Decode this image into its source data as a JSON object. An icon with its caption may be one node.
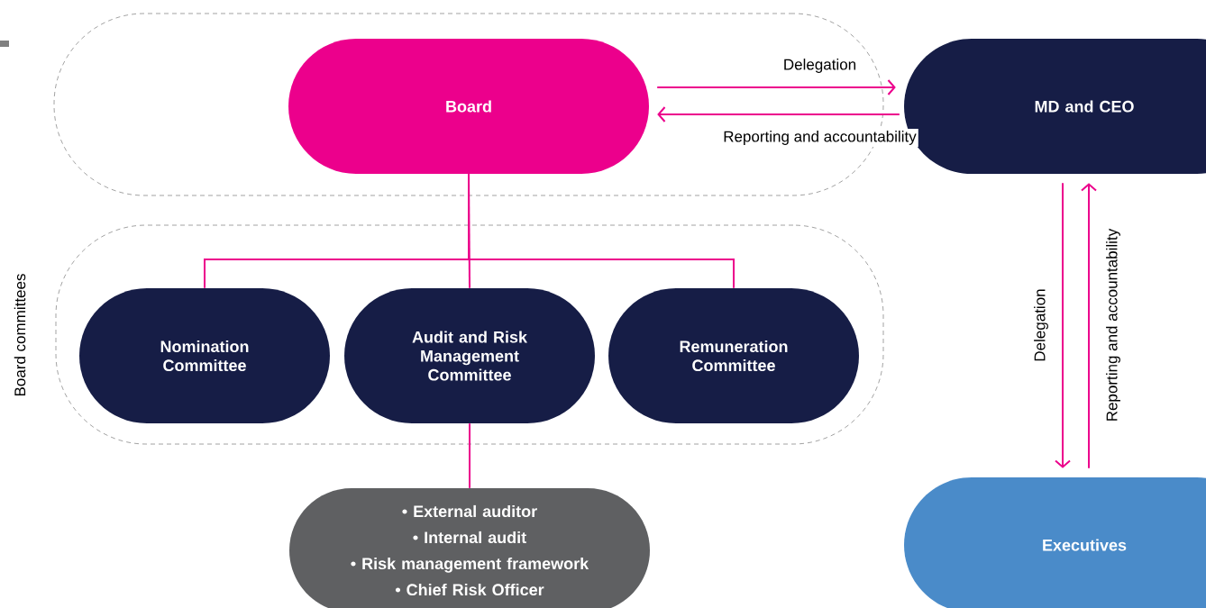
{
  "diagram": {
    "nodes": [
      {
        "text": [],
        "shape": "box"
      },
      {
        "text": [
          "Board"
        ],
        "in": 0
      },
      {
        "text": [
          "MD and CEO"
        ]
      },
      {
        "text": [
          "Board committees"
        ]
      },
      {
        "text": [
          "Nomination Committee"
        ],
        "in": 3
      },
      {
        "text": [
          "Audit and Risk Management Committee"
        ],
        "in": 3
      },
      {
        "text": [
          "Remuneration Committee"
        ],
        "in": 3
      },
      {
        "text": [
          "• External auditor",
          "• Internal audit",
          "• Risk management framework",
          "• Chief Risk Officer"
        ]
      },
      {
        "text": [
          "Executives"
        ]
      }
    ],
    "edges": [
      {
        "from": 1,
        "to": 2,
        "arrow": "to",
        "label": "Delegation"
      },
      {
        "from": 2,
        "to": 1,
        "arrow": "to",
        "label": "Reporting and accountability"
      },
      {
        "from": 1,
        "to": 4,
        "arrow": "none"
      },
      {
        "from": 1,
        "to": 5,
        "arrow": "none"
      },
      {
        "from": 1,
        "to": 6,
        "arrow": "none"
      },
      {
        "from": 5,
        "to": 7,
        "arrow": "none"
      },
      {
        "from": 2,
        "to": 8,
        "arrow": "to",
        "label": "Delegation"
      },
      {
        "from": 8,
        "to": 2,
        "arrow": "to",
        "label": "Reporting and accountability"
      }
    ]
  }
}
